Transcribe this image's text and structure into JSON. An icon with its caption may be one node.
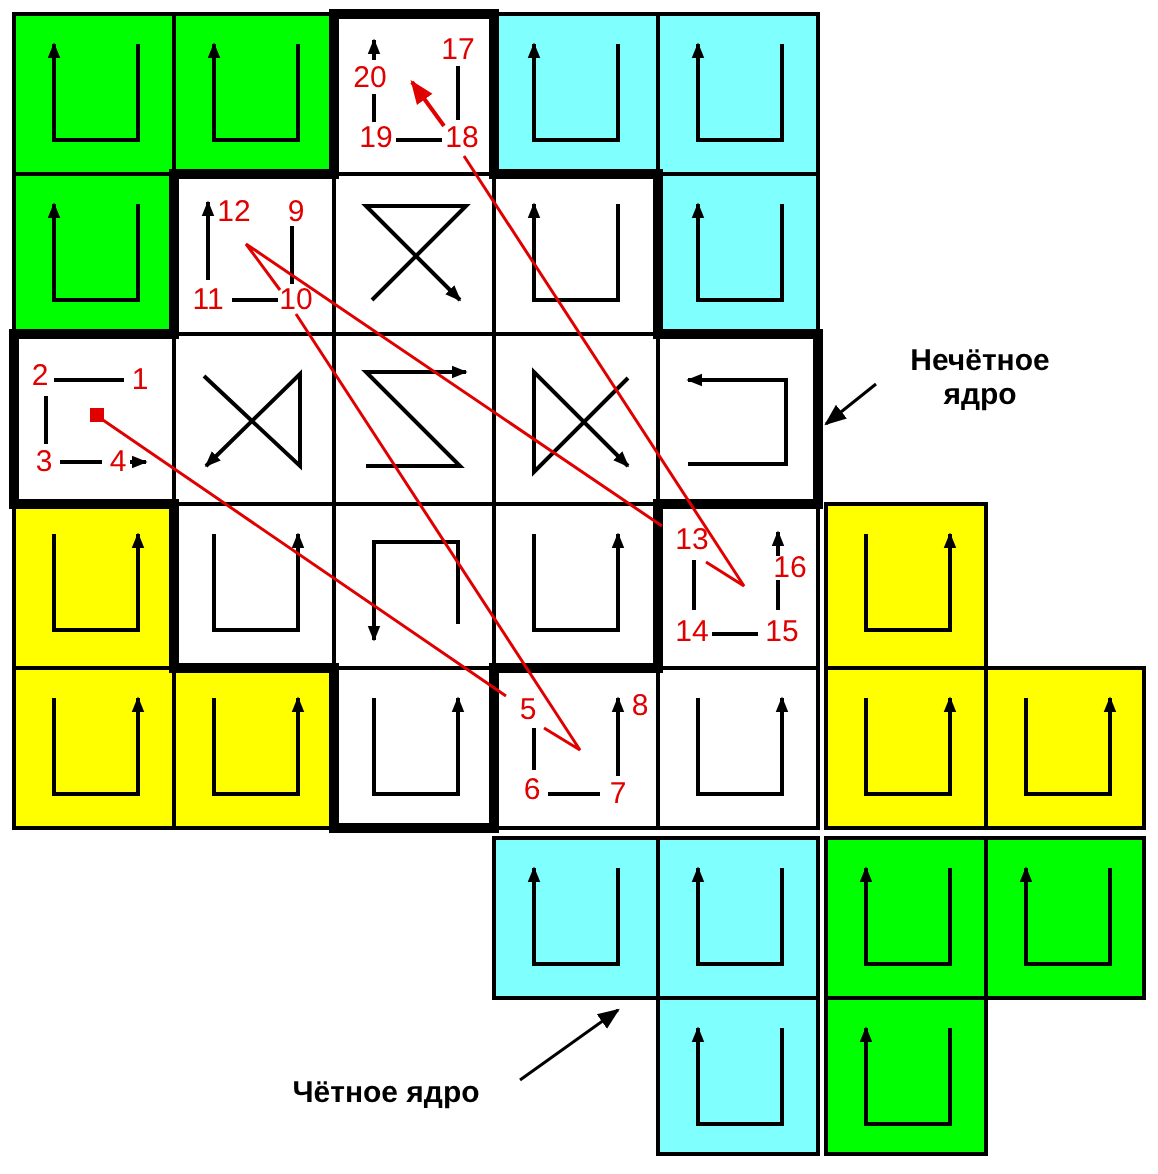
{
  "diagram": {
    "nodes": [
      {
        "text": [
          "Нечётное ядро"
        ]
      },
      {
        "text": [
          "Чётное ядро"
        ]
      }
    ],
    "edges": [
      {
        "from": 0,
        "to": null,
        "arrow": "to"
      },
      {
        "from": 1,
        "to": null,
        "arrow": "to"
      }
    ],
    "labels": [
      "1",
      "2",
      "3",
      "4",
      "5",
      "6",
      "7",
      "8",
      "9",
      "10",
      "11",
      "12",
      "13",
      "14",
      "15",
      "16",
      "17",
      "18",
      "19",
      "20"
    ]
  }
}
